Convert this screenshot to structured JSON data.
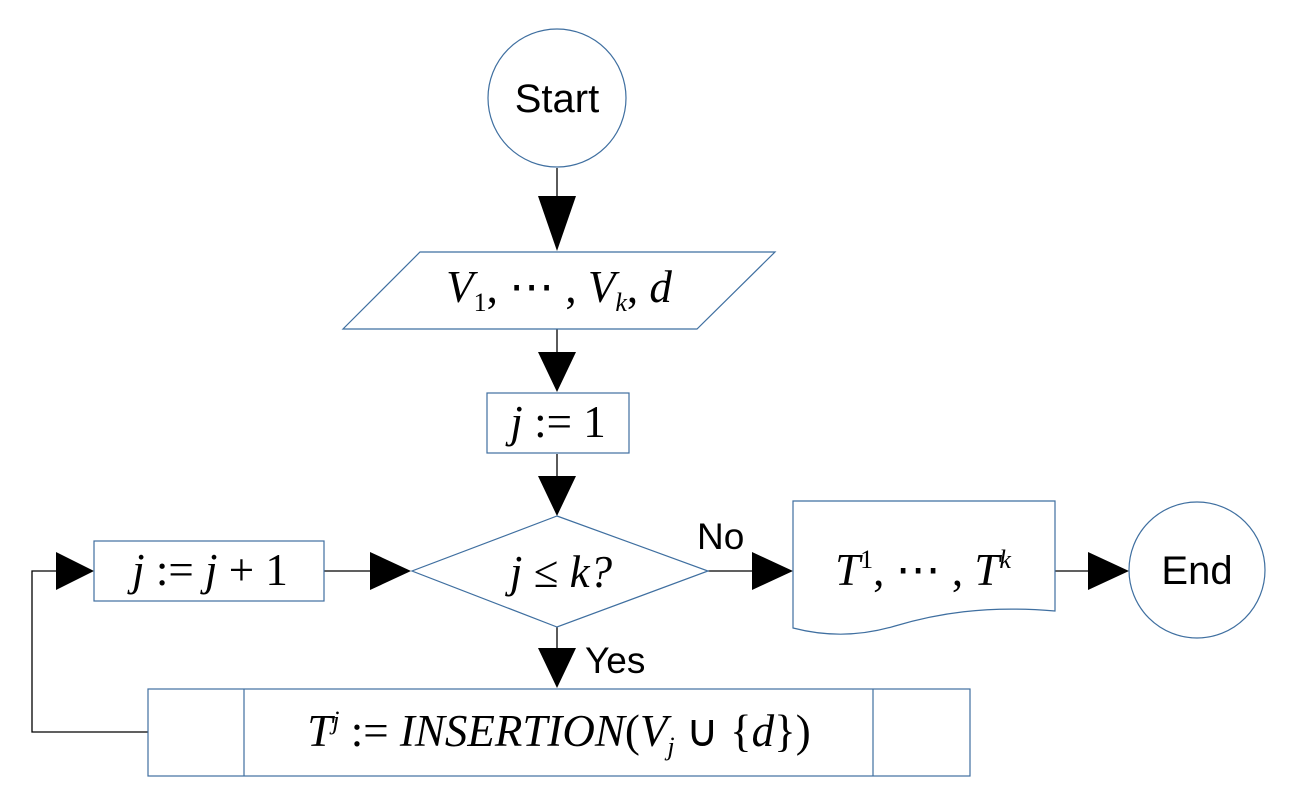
{
  "nodes": {
    "start": "Start",
    "end": "End",
    "input": {
      "v1": "V",
      "sub1": "1",
      "dots": ", ⋯ , ",
      "vk": "V",
      "subk": "k",
      "comma": ", ",
      "d": "d"
    },
    "init": {
      "j": "j",
      "op": " := 1"
    },
    "increment": {
      "j": "j",
      "op": " := ",
      "j2": "j",
      "plus": " + 1"
    },
    "decision": {
      "j": "j",
      "le": " ≤ ",
      "k": "k",
      "q": "?"
    },
    "output": {
      "t1": "T",
      "sup1": "1",
      "dots": ", ⋯ , ",
      "tk": "T",
      "supk": "k"
    },
    "process": {
      "t": "T",
      "supj": "j",
      "assign": " := ",
      "fn": "INSERTION",
      "open": "(",
      "v": "V",
      "subj": "j",
      "union": " ∪ {",
      "d": "d",
      "close": "})"
    }
  },
  "edges": {
    "no_label": "No",
    "yes_label": "Yes"
  },
  "colors": {
    "shape_stroke": "#3f6fa0",
    "connector": "#000000"
  }
}
